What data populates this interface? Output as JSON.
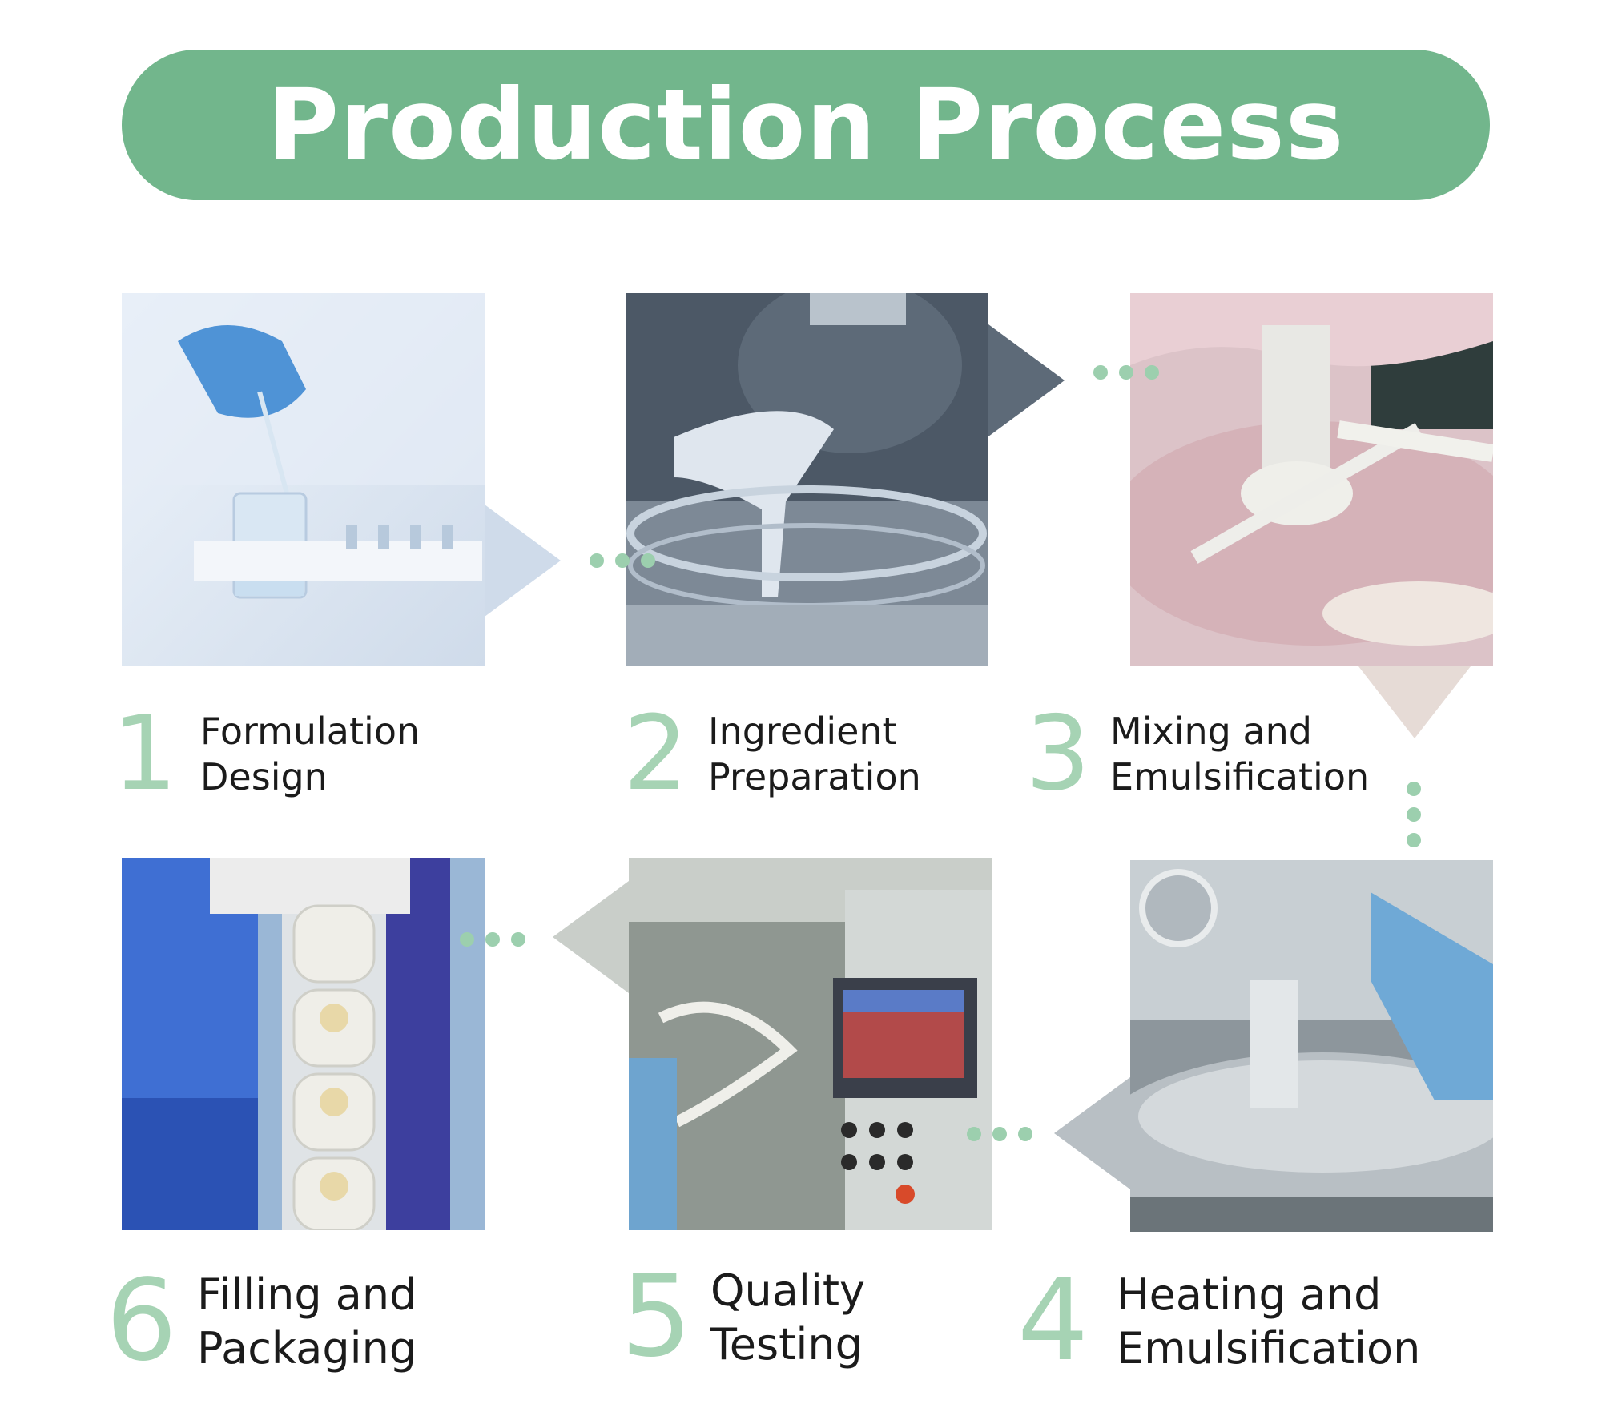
{
  "title": "Production Process",
  "colors": {
    "banner": "#72b68c",
    "number": "#a6d3b4",
    "dots": "#9ccfae",
    "text": "#1b1b1b"
  },
  "steps": [
    {
      "number": "1",
      "line1": "Formulation",
      "line2": "Design",
      "photo": "lab-pipette-beaker-photo"
    },
    {
      "number": "2",
      "line1": "Ingredient",
      "line2": "Preparation",
      "photo": "pouring-cream-photo"
    },
    {
      "number": "3",
      "line1": "Mixing and",
      "line2": "Emulsification",
      "photo": "pink-mixing-tank-photo"
    },
    {
      "number": "4",
      "line1": "Heating and",
      "line2": "Emulsification",
      "photo": "steel-vessel-photo"
    },
    {
      "number": "5",
      "line1": "Quality",
      "line2": "Testing",
      "photo": "control-panel-photo"
    },
    {
      "number": "6",
      "line1": "Filling and",
      "line2": "Packaging",
      "photo": "bottle-conveyor-photo"
    }
  ]
}
